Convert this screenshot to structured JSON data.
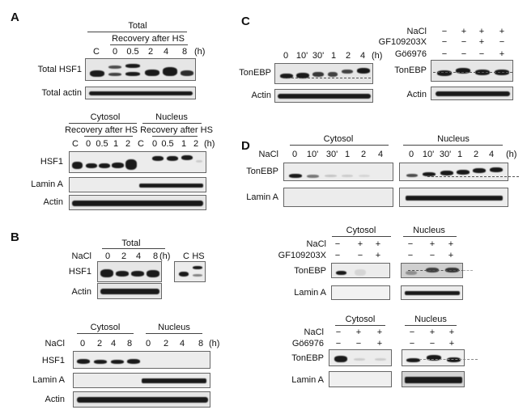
{
  "panels": {
    "A": {
      "label": "A",
      "top": {
        "header": "Total",
        "subheader": "Recovery after HS",
        "lanes": [
          "C",
          "0",
          "0.5",
          "2",
          "4",
          "8"
        ],
        "unit": "(h)",
        "rows": [
          "Total HSF1",
          "Total actin"
        ]
      },
      "bottom": {
        "groups": [
          "Cytosol",
          "Nucleus"
        ],
        "subheaders": [
          "Recovery after HS",
          "Recovery after HS"
        ],
        "lanes": [
          "C",
          "0",
          "0.5",
          "1",
          "2",
          "C",
          "0",
          "0.5",
          "1",
          "2"
        ],
        "unit": "(h)",
        "rows": [
          "HSF1",
          "Lamin A",
          "Actin"
        ]
      }
    },
    "B": {
      "label": "B",
      "top": {
        "header": "Total",
        "treatment": "NaCl",
        "lanes": [
          "0",
          "2",
          "4",
          "8"
        ],
        "unit": "(h)",
        "control_lanes": [
          "C",
          "HS"
        ],
        "rows": [
          "HSF1",
          "Actin"
        ]
      },
      "bottom": {
        "groups": [
          "Cytosol",
          "Nucleus"
        ],
        "treatment": "NaCl",
        "lanes": [
          "0",
          "2",
          "4",
          "8",
          "0",
          "2",
          "4",
          "8"
        ],
        "unit": "(h)",
        "rows": [
          "HSF1",
          "Lamin A",
          "Actin"
        ]
      }
    },
    "C": {
      "label": "C",
      "left": {
        "lanes": [
          "0",
          "10'",
          "30'",
          "1",
          "2",
          "4"
        ],
        "unit": "(h)",
        "rows": [
          "TonEBP",
          "Actin"
        ]
      },
      "right": {
        "conditions": [
          {
            "name": "NaCl",
            "values": [
              "−",
              "+",
              "+",
              "+"
            ]
          },
          {
            "name": "GF109203X",
            "values": [
              "−",
              "−",
              "+",
              "−"
            ]
          },
          {
            "name": "Gö6976",
            "values": [
              "−",
              "−",
              "−",
              "+"
            ]
          }
        ],
        "rows": [
          "TonEBP",
          "Actin"
        ]
      }
    },
    "D": {
      "label": "D",
      "timecourse": {
        "groups": [
          "Cytosol",
          "Nucleus"
        ],
        "treatment": "NaCl",
        "lanes": [
          "0",
          "10'",
          "30'",
          "1",
          "2",
          "4",
          "0",
          "10'",
          "30'",
          "1",
          "2",
          "4"
        ],
        "unit": "(h)",
        "rows": [
          "TonEBP",
          "Lamin A"
        ]
      },
      "gf": {
        "groups": [
          "Cytosol",
          "Nucleus"
        ],
        "conditions": [
          {
            "name": "NaCl",
            "values": [
              "−",
              "+",
              "+",
              "−",
              "+",
              "+"
            ]
          },
          {
            "name": "GF109203X",
            "values": [
              "−",
              "−",
              "+",
              "−",
              "−",
              "+"
            ]
          }
        ],
        "rows": [
          "TonEBP",
          "Lamin A"
        ]
      },
      "go": {
        "groups": [
          "Cytosol",
          "Nucleus"
        ],
        "conditions": [
          {
            "name": "NaCl",
            "values": [
              "−",
              "+",
              "+",
              "−",
              "+",
              "+"
            ]
          },
          {
            "name": "Gö6976",
            "values": [
              "−",
              "−",
              "+",
              "−",
              "−",
              "+"
            ]
          }
        ],
        "rows": [
          "TonEBP",
          "Lamin A"
        ]
      }
    }
  }
}
